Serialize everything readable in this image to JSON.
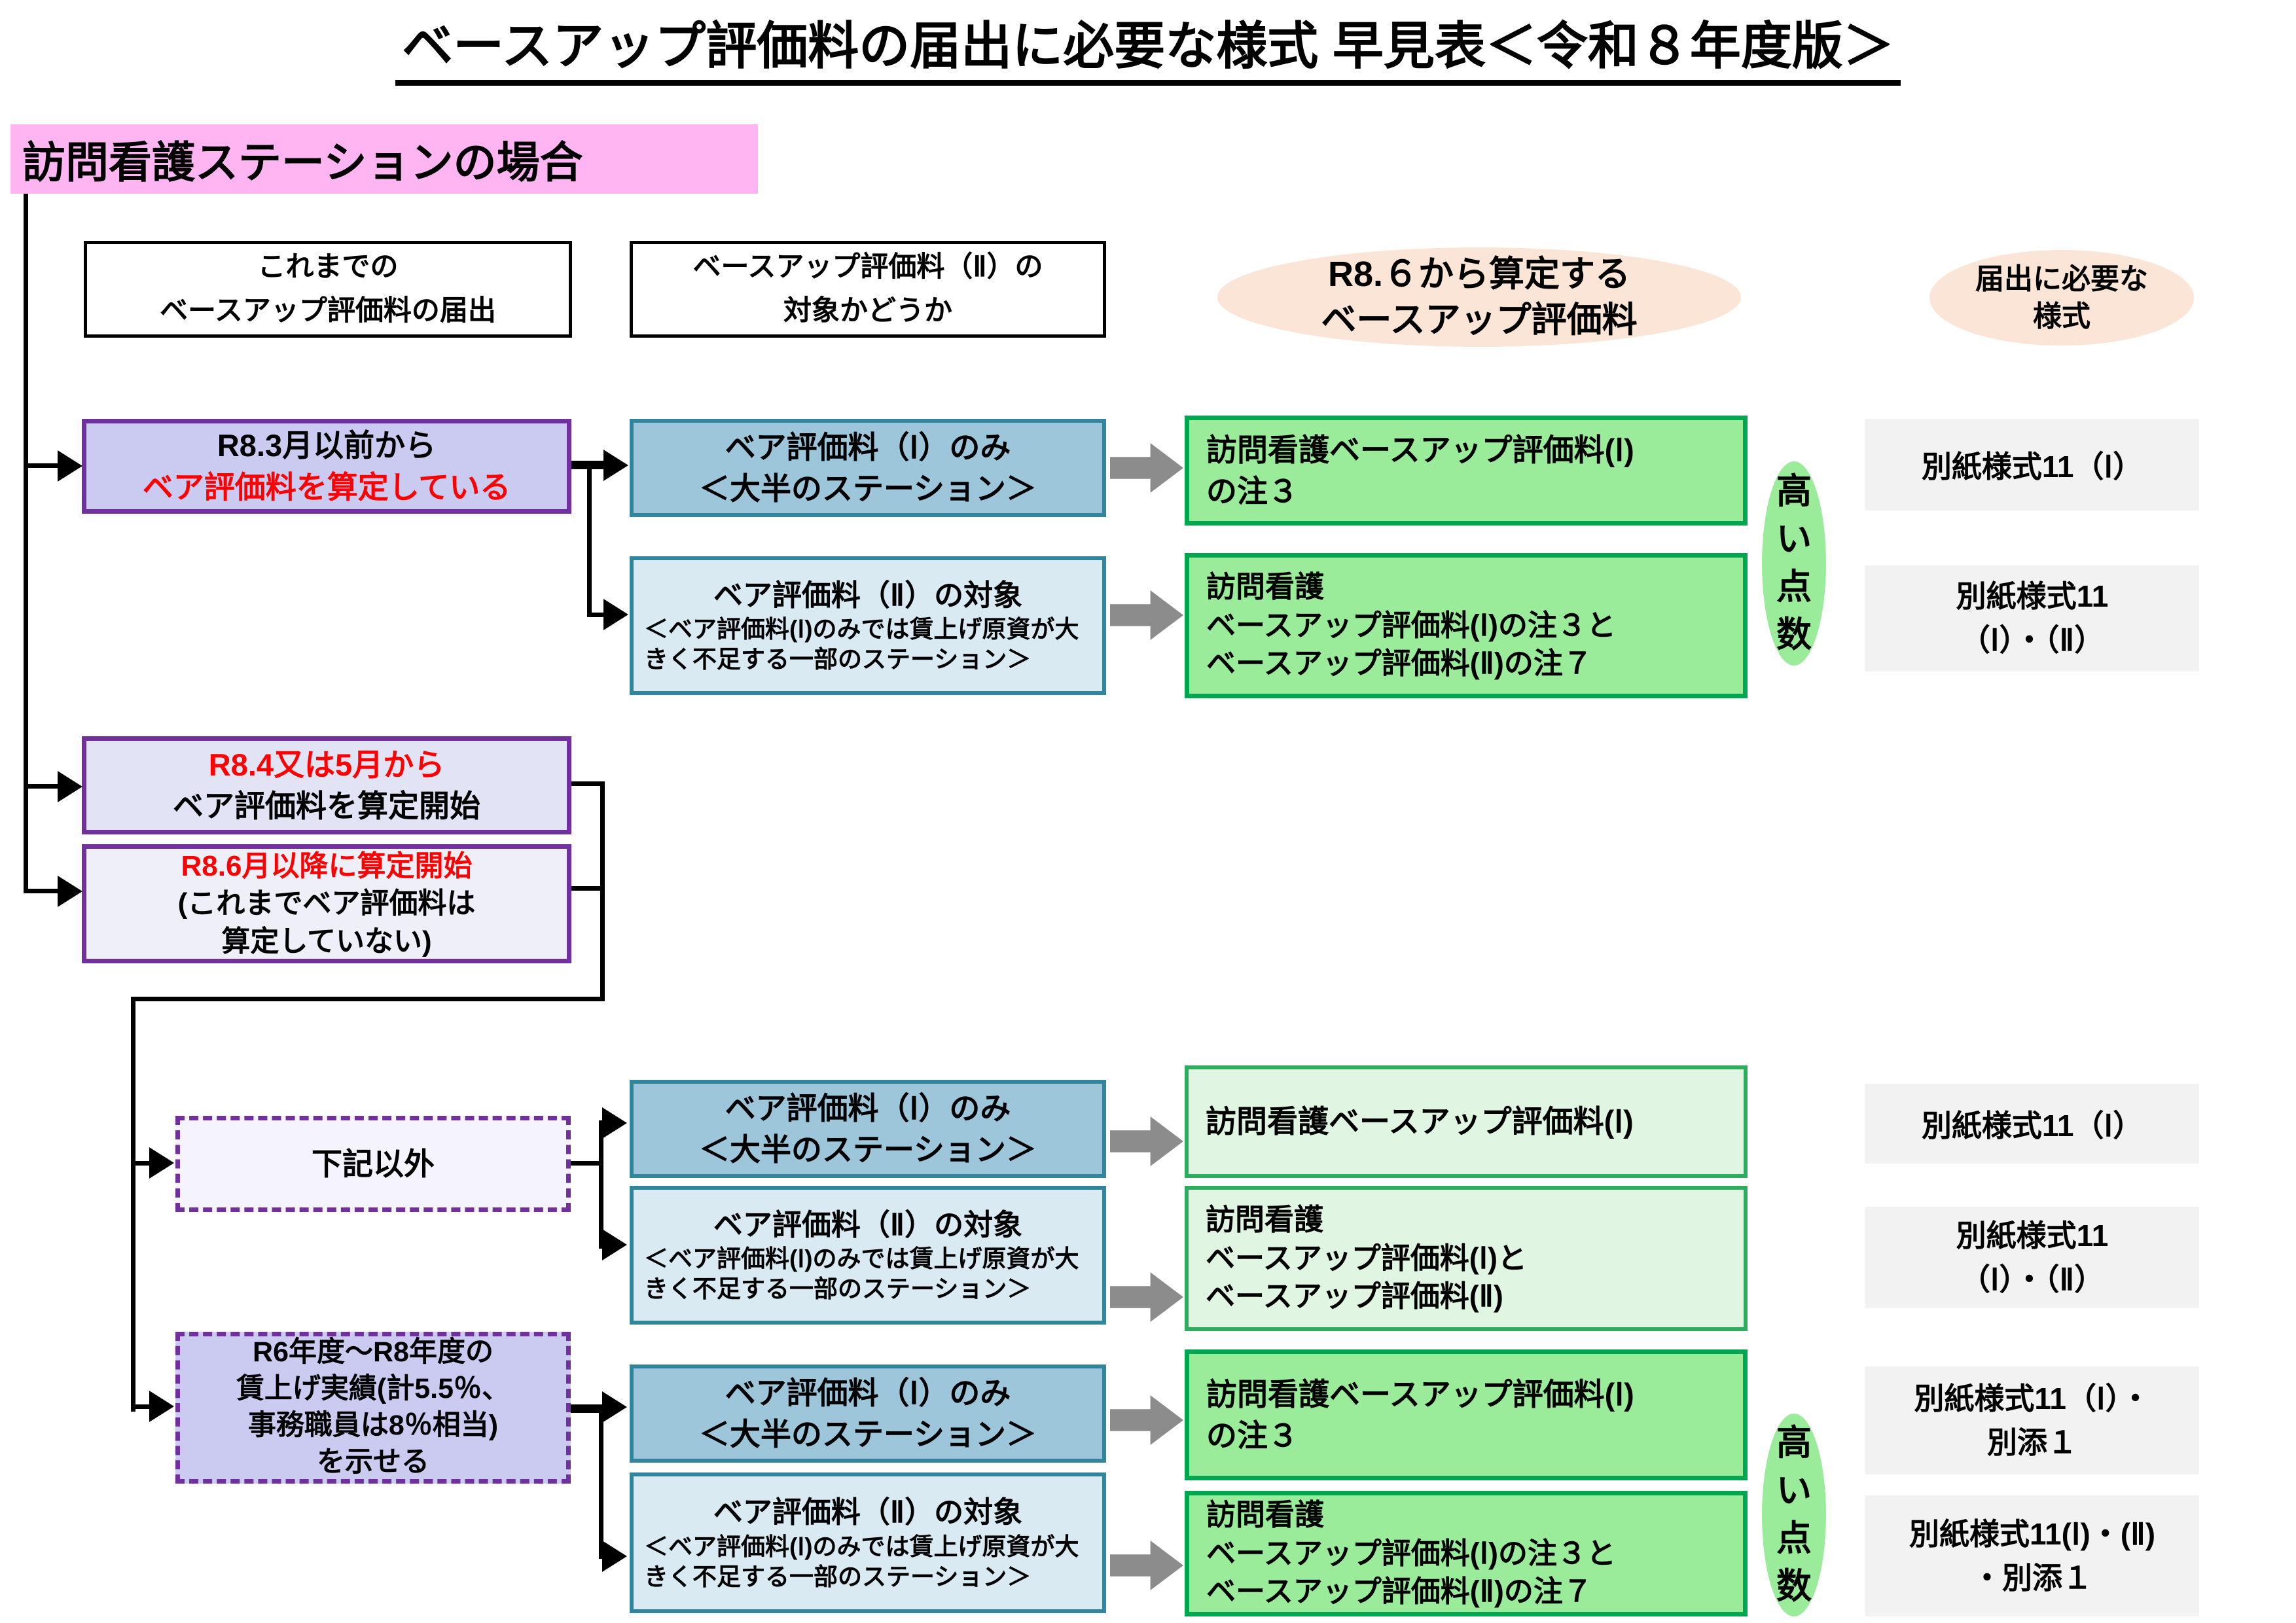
{
  "title": "ベースアップ評価料の届出に必要な様式 早見表＜令和８年度版＞",
  "page_label": "訪問看護ステーションの場合",
  "columns": {
    "history": {
      "line1": "これまでの",
      "line2": "ベースアップ評価料の届出"
    },
    "ii_target": {
      "line1": "ベースアップ評価料（Ⅱ）の",
      "line2": "対象かどうか"
    },
    "calc": {
      "line1": "R8.６から算定する",
      "line2": "ベースアップ評価料"
    },
    "forms": {
      "line1": "届出に必要な",
      "line2": "様式"
    }
  },
  "conditions": {
    "before_r83": {
      "line1": "R8.3月以前から",
      "line2": "ベア評価料を算定している"
    },
    "r84_or_5": {
      "line1": "R8.4又は5月から",
      "line2": "ベア評価料を算定開始"
    },
    "r86_later": {
      "line1": "R8.6月以降に算定開始",
      "line2": "(これまでベア評価料は",
      "line3": "算定していない)"
    },
    "other": {
      "line1": "下記以外"
    },
    "wage_record": {
      "line1": "R6年度～R8年度の",
      "line2": "賃上げ実績(計5.5％、",
      "line3": "事務職員は8％相当)",
      "line4": "を示せる"
    }
  },
  "pay_types": {
    "only_1": {
      "line1": "ベア評価料（Ⅰ）のみ",
      "line2": "＜大半のステーション＞"
    },
    "target_2": {
      "title": "ベア評価料（Ⅱ）の対象",
      "detail": "＜ベア評価料(Ⅰ)のみでは賃上げ原資が大きく不足する一部のステーション＞"
    }
  },
  "results": {
    "r1": {
      "line1": "訪問看護ベースアップ評価料(Ⅰ)",
      "line2": "の注３"
    },
    "r2": {
      "line1": "訪問看護",
      "line2": "ベースアップ評価料(Ⅰ)の注３と",
      "line3": "ベースアップ評価料(Ⅱ)の注７"
    },
    "r3": {
      "line1": "訪問看護ベースアップ評価料(Ⅰ)"
    },
    "r4": {
      "line1": "訪問看護",
      "line2": "ベースアップ評価料(Ⅰ)と",
      "line3": "ベースアップ評価料(Ⅱ)"
    }
  },
  "forms": {
    "f1": {
      "line1": "別紙様式11（Ⅰ）"
    },
    "f2": {
      "line1": "別紙様式11",
      "line2": "（Ⅰ）・（Ⅱ）"
    },
    "f3": {
      "line1": "別紙様式11（Ⅰ）・",
      "line2": "別添１"
    },
    "f4": {
      "line1": "別紙様式11(Ⅰ)・(Ⅱ)",
      "line2": "・別添１"
    }
  },
  "high_score": {
    "chars": [
      "高",
      "い",
      "点",
      "数"
    ]
  },
  "colors": {
    "pink": "#FFB5F2",
    "peach": "#FBE5D6",
    "purple": "#7030A0",
    "lav_med": "#CBCBF2",
    "lav_light": "#E3E3F6",
    "lav_lighter": "#EFEFFA",
    "lav_pale": "#F5F3FD",
    "blue_dark": "#9EC6DA",
    "blue_light": "#D9EAF2",
    "teal": "#31859C",
    "green_fill": "#9AEC9A",
    "green_border": "#00A650",
    "green_light_fill": "#E0F5E2",
    "green_light_border": "#2FAD5F",
    "gray_box": "#F2F2F2",
    "arrow_gray": "#8C8C8C",
    "red": "#FF0000"
  }
}
